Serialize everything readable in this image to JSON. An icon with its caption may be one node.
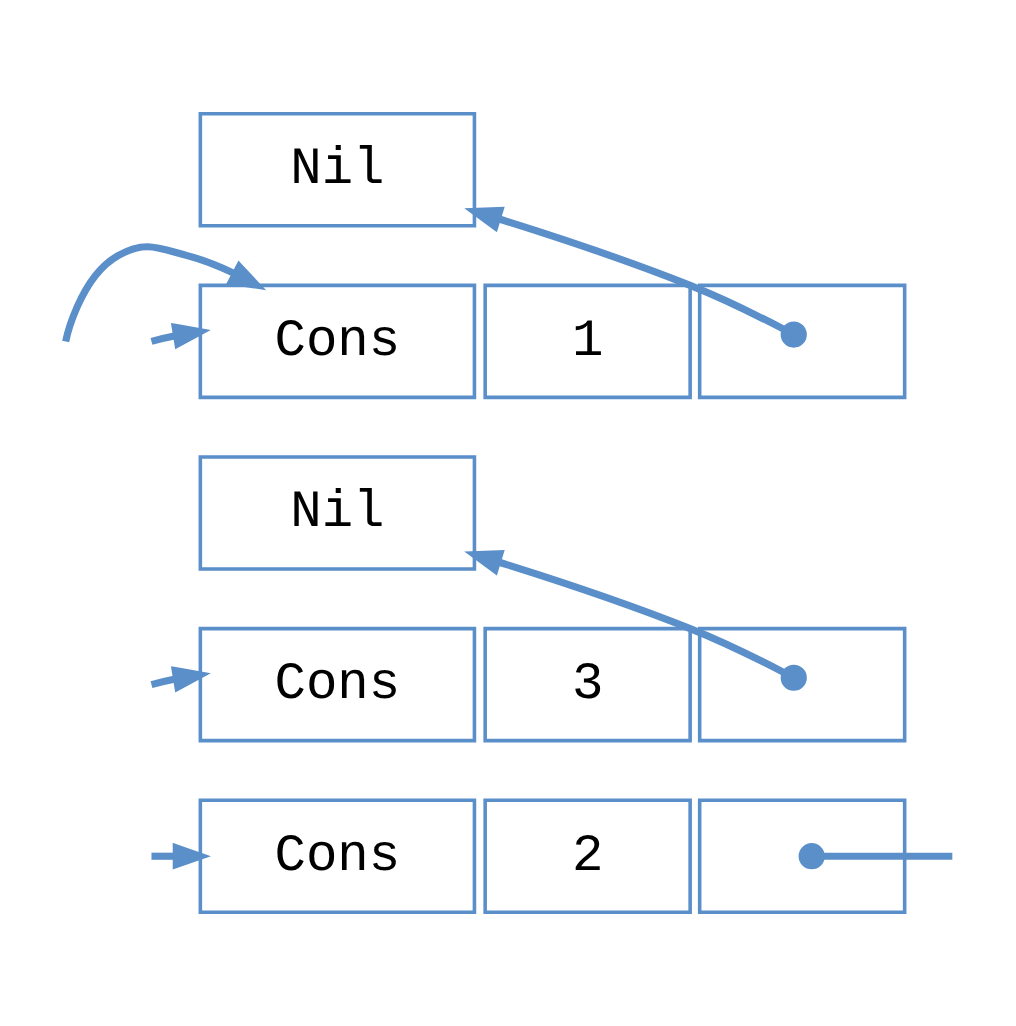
{
  "diagram": {
    "nodes": [
      {
        "text": [
          "Nil"
        ]
      },
      {
        "text": [
          "Cons"
        ]
      },
      {
        "text": [
          "1"
        ]
      },
      {
        "text": [],
        "shape": "box"
      },
      {
        "text": [
          "Nil"
        ]
      },
      {
        "text": [
          "Cons"
        ]
      },
      {
        "text": [
          "3"
        ]
      },
      {
        "text": [],
        "shape": "box"
      },
      {
        "text": [
          "Cons"
        ]
      },
      {
        "text": [
          "2"
        ]
      },
      {
        "text": [],
        "shape": "box"
      }
    ],
    "edges": [
      {
        "from": 3,
        "to": 0,
        "arrow": "to"
      },
      {
        "from": null,
        "to": 1,
        "arrow": "to"
      },
      {
        "from": null,
        "to": 1,
        "arrow": "to"
      },
      {
        "from": 7,
        "to": 4,
        "arrow": "to"
      },
      {
        "from": null,
        "to": 5,
        "arrow": "to"
      },
      {
        "from": 10,
        "to": null,
        "arrow": "other"
      },
      {
        "from": null,
        "to": 8,
        "arrow": "to"
      }
    ]
  }
}
